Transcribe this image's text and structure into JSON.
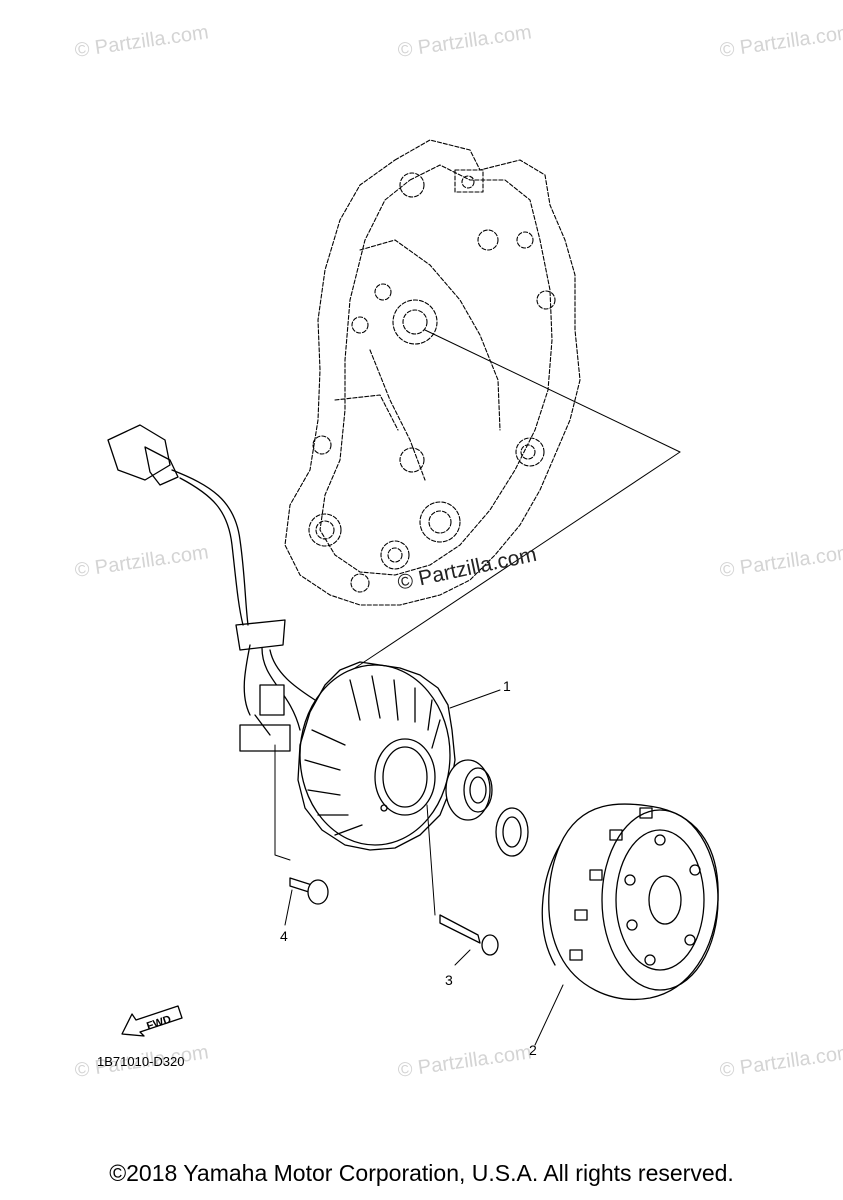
{
  "watermark": {
    "text": "© Partzilla.com"
  },
  "callouts": {
    "part_1": "1",
    "part_2": "2",
    "part_3": "3",
    "part_4": "4"
  },
  "fwd_label": "FWD",
  "diagram_code": "1B71010-D320",
  "copyright": "©2018 Yamaha Motor Corporation, U.S.A. All rights reserved."
}
